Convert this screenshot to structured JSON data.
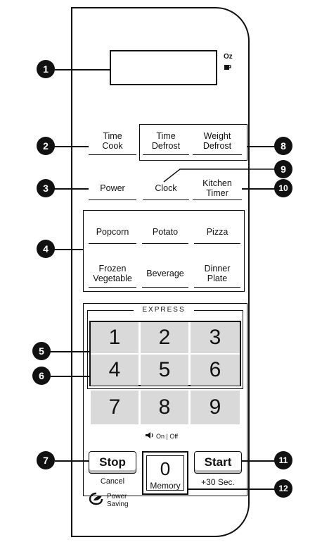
{
  "display": {
    "unit_oz": "Oz",
    "cup_icon": "cup-icon"
  },
  "keys": {
    "time_cook": "Time\nCook",
    "time_defrost": "Time\nDefrost",
    "weight_defrost": "Weight\nDefrost",
    "power": "Power",
    "clock": "Clock",
    "kitchen_timer": "Kitchen\nTimer",
    "popcorn": "Popcorn",
    "potato": "Potato",
    "pizza": "Pizza",
    "frozen_vegetable": "Frozen\nVegetable",
    "beverage": "Beverage",
    "dinner_plate": "Dinner\nPlate"
  },
  "express_label": "EXPRESS",
  "numpad": [
    "1",
    "2",
    "3",
    "4",
    "5",
    "6",
    "7",
    "8",
    "9"
  ],
  "sound_label": "On | Off",
  "stop": {
    "label": "Stop",
    "sub": "Cancel"
  },
  "zero": {
    "label": "0",
    "sub": "Memory"
  },
  "start": {
    "label": "Start",
    "sub": "+30 Sec."
  },
  "power_saving": "Power\nSaving",
  "callouts": [
    "1",
    "2",
    "3",
    "4",
    "5",
    "6",
    "7",
    "8",
    "9",
    "10",
    "11",
    "12"
  ]
}
